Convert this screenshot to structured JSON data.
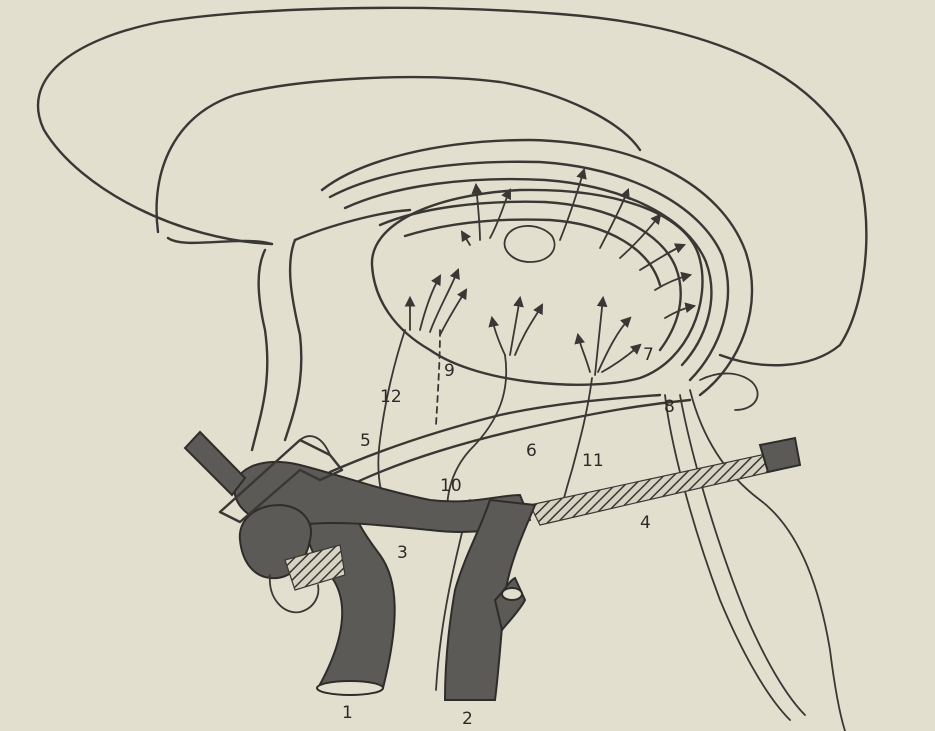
{
  "labels": {
    "l1": "1",
    "l2": "2",
    "l3": "3",
    "l4": "4",
    "l5": "5",
    "l6": "6",
    "l7": "7",
    "l8": "8",
    "l9": "9",
    "l10": "10",
    "l11": "11",
    "l12": "12"
  },
  "colors": {
    "paper": "#e2dfcf",
    "ink": "#3a3834",
    "vessel": "#5b5a56"
  }
}
